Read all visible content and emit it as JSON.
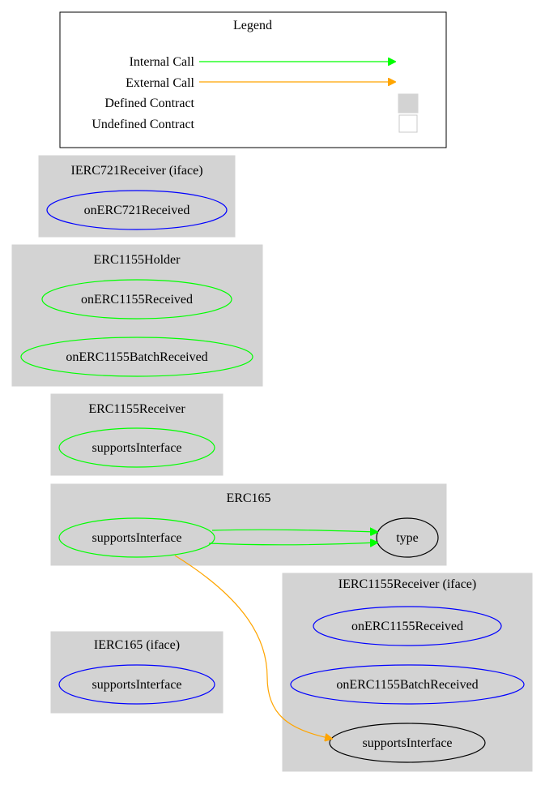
{
  "legend": {
    "title": "Legend",
    "internal_call": "Internal Call",
    "external_call": "External Call",
    "defined_contract": "Defined Contract",
    "undefined_contract": "Undefined Contract"
  },
  "colors": {
    "internal": "#00ff00",
    "external": "#ffa500",
    "interface_func": "#0000ff",
    "public_func": "#00ff00",
    "other_node": "#000000",
    "cluster_fill": "#d3d3d3"
  },
  "clusters": {
    "ierc721receiver": {
      "title": "IERC721Receiver  (iface)",
      "fn_on721": "onERC721Received"
    },
    "erc1155holder": {
      "title": "ERC1155Holder",
      "fn_received": "onERC1155Received",
      "fn_batch": "onERC1155BatchReceived"
    },
    "erc1155receiver": {
      "title": "ERC1155Receiver",
      "fn_supports": "supportsInterface"
    },
    "erc165": {
      "title": "ERC165",
      "fn_supports": "supportsInterface",
      "fn_type": "type"
    },
    "ierc1155receiver": {
      "title": "IERC1155Receiver  (iface)",
      "fn_received": "onERC1155Received",
      "fn_batch": "onERC1155BatchReceived",
      "fn_supports": "supportsInterface"
    },
    "ierc165": {
      "title": "IERC165  (iface)",
      "fn_supports": "supportsInterface"
    }
  }
}
